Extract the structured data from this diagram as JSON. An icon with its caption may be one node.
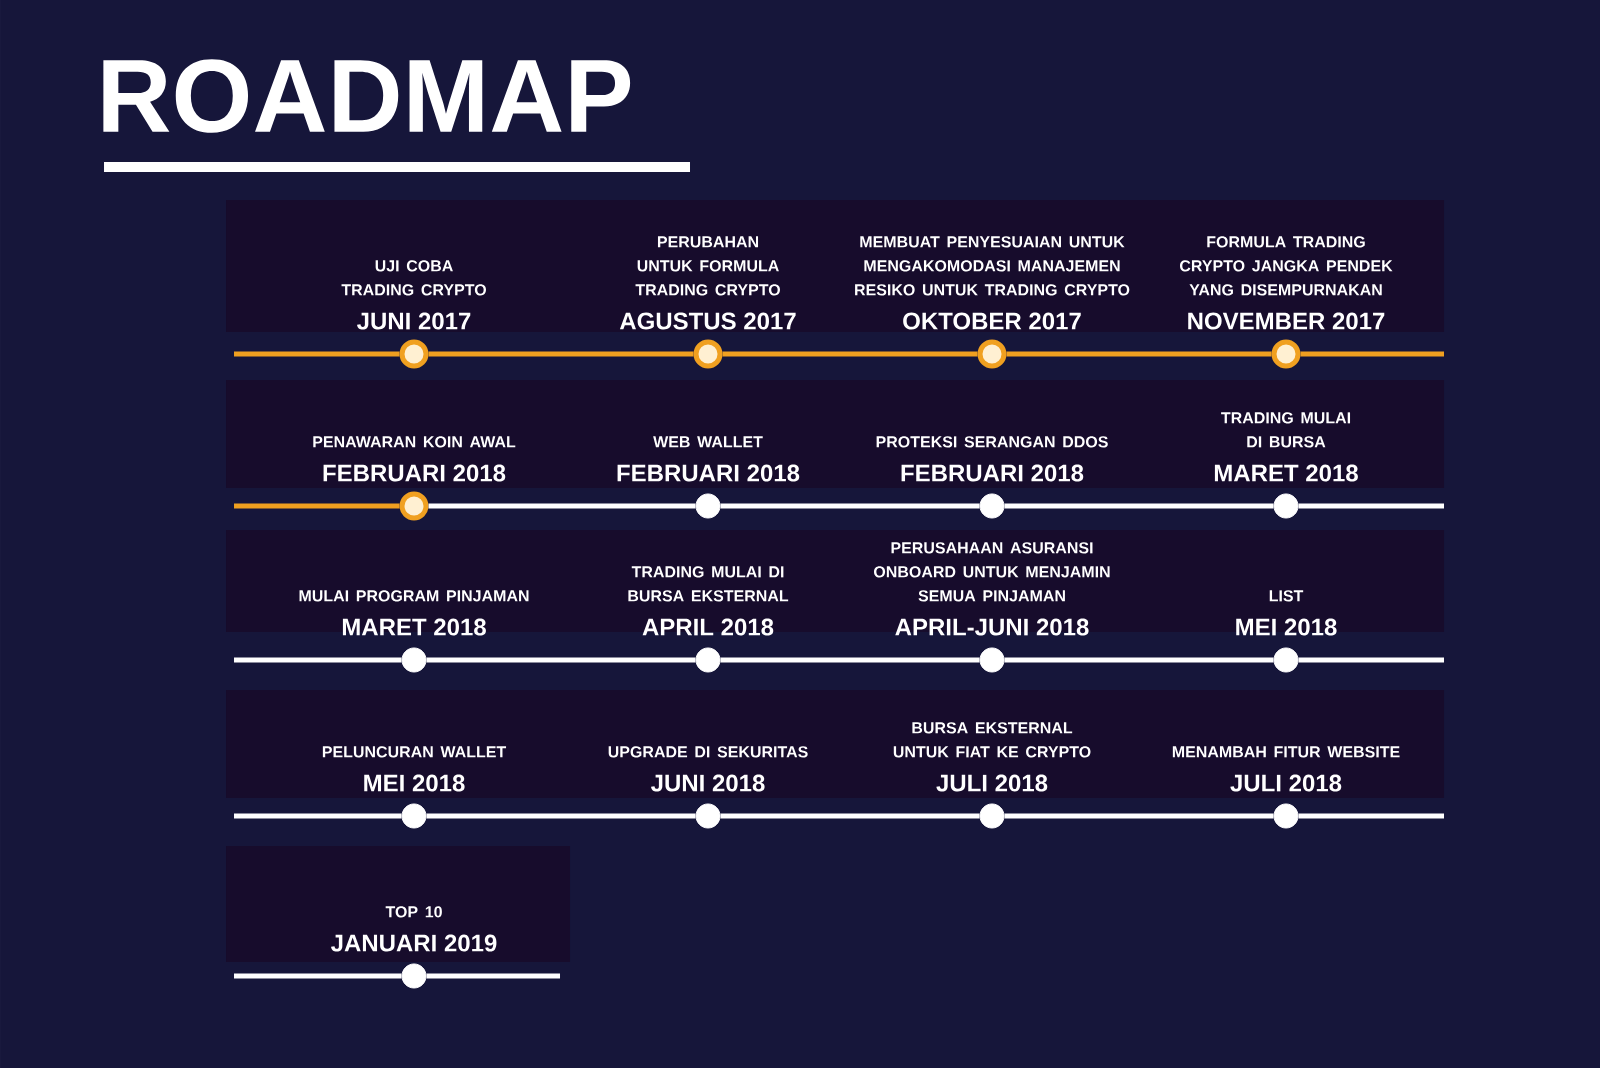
{
  "diagram": {
    "title": "ROADMAP",
    "nodes": [
      {
        "text": [
          "UJI COBA TRADING CRYPTO",
          "JUNI 2017"
        ]
      },
      {
        "text": [
          "PERUBAHAN UNTUK FORMULA TRADING CRYPTO",
          "AGUSTUS 2017"
        ]
      },
      {
        "text": [
          "MEMBUAT PENYESUAIAN UNTUK MENGAKOMODASI MANAJEMEN RESIKO UNTUK TRADING CRYPTO",
          "OKTOBER 2017"
        ]
      },
      {
        "text": [
          "FORMULA TRADING CRYPTO JANGKA PENDEK YANG DISEMPURNAKAN",
          "NOVEMBER 2017"
        ]
      },
      {
        "text": [
          "PENAWARAN KOIN AWAL",
          "FEBRUARI 2018"
        ]
      },
      {
        "text": [
          "WEB WALLET",
          "FEBRUARI 2018"
        ]
      },
      {
        "text": [
          "PROTEKSI SERANGAN DDOS",
          "FEBRUARI 2018"
        ]
      },
      {
        "text": [
          "TRADING MULAI DI BURSA",
          "MARET 2018"
        ]
      },
      {
        "text": [
          "MULAI PROGRAM PINJAMAN",
          "MARET 2018"
        ]
      },
      {
        "text": [
          "TRADING MULAI DI BURSA EKSTERNAL",
          "APRIL 2018"
        ]
      },
      {
        "text": [
          "PERUSAHAAN ASURANSI ONBOARD UNTUK MENJAMIN SEMUA PINJAMAN",
          "APRIL-JUNI 2018"
        ]
      },
      {
        "text": [
          "LIST",
          "MEI 2018"
        ]
      },
      {
        "text": [
          "PELUNCURAN WALLET",
          "MEI 2018"
        ]
      },
      {
        "text": [
          "UPGRADE DI SEKURITAS",
          "JUNI 2018"
        ]
      },
      {
        "text": [
          "BURSA EKSTERNAL UNTUK FIAT KE CRYPTO",
          "JULI 2018"
        ]
      },
      {
        "text": [
          "MENAMBAH FITUR WEBSITE",
          "JULI 2018"
        ]
      },
      {
        "text": [
          "TOP 10",
          "JANUARI 2019"
        ]
      }
    ],
    "edges": [
      {
        "from": null,
        "to": 0,
        "arrow": "none",
        "color": "#f0a020"
      },
      {
        "from": 0,
        "to": 1,
        "arrow": "none",
        "color": "#f0a020"
      },
      {
        "from": 1,
        "to": 2,
        "arrow": "none",
        "color": "#f0a020"
      },
      {
        "from": 2,
        "to": 3,
        "arrow": "none",
        "color": "#f0a020"
      },
      {
        "from": 3,
        "to": null,
        "arrow": "none",
        "color": "#f0a020"
      },
      {
        "from": null,
        "to": 4,
        "arrow": "none",
        "color": "#f0a020"
      },
      {
        "from": 4,
        "to": 5,
        "arrow": "none"
      },
      {
        "from": 5,
        "to": 6,
        "arrow": "none"
      },
      {
        "from": 6,
        "to": 7,
        "arrow": "none"
      },
      {
        "from": 7,
        "to": null,
        "arrow": "none"
      },
      {
        "from": null,
        "to": 8,
        "arrow": "none"
      },
      {
        "from": 8,
        "to": 9,
        "arrow": "none"
      },
      {
        "from": 9,
        "to": 10,
        "arrow": "none"
      },
      {
        "from": 10,
        "to": 11,
        "arrow": "none"
      },
      {
        "from": 11,
        "to": null,
        "arrow": "none"
      },
      {
        "from": null,
        "to": 12,
        "arrow": "none"
      },
      {
        "from": 12,
        "to": 13,
        "arrow": "none"
      },
      {
        "from": 13,
        "to": 14,
        "arrow": "none"
      },
      {
        "from": 14,
        "to": 15,
        "arrow": "none"
      },
      {
        "from": 15,
        "to": null,
        "arrow": "none"
      },
      {
        "from": null,
        "to": 16,
        "arrow": "none"
      },
      {
        "from": 16,
        "to": null,
        "arrow": "none"
      }
    ]
  }
}
